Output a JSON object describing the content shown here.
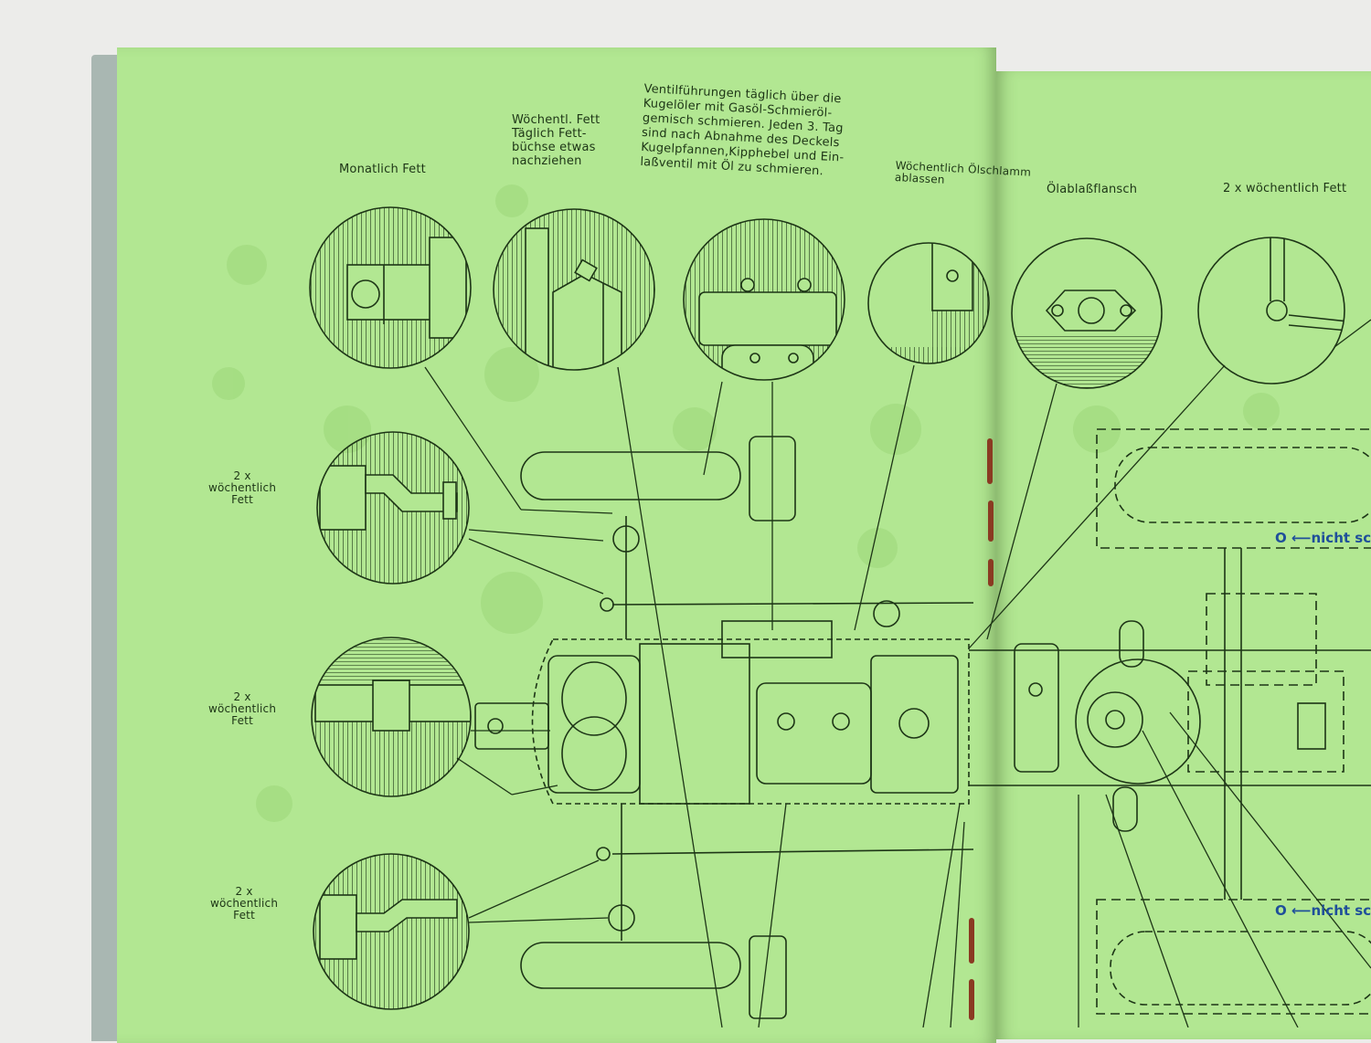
{
  "labels": {
    "monthly": "Monatlich Fett",
    "weekly_daily": "Wöchentl. Fett\nTäglich Fett-\nbüchse etwas\nnachziehen",
    "valve": "Ventilführungen täglich über die\nKugelöler mit Gasöl-Schmieröl-\ngemisch schmieren. Jeden 3. Tag\nsind nach Abnahme des Deckels\nKugelpfannen,Kipphebel und Ein-\nlaßventil mit Öl zu schmieren.",
    "sludge": "Wöchentlich Ölschlamm\nablassen",
    "drain_flange": "Ölablaßflansch",
    "twice_weekly_top": "2 x wöchentlich Fett",
    "twice_weekly_1": "2 x\nwöchentlich\nFett",
    "twice_weekly_2": "2 x\nwöchentlich\nFett",
    "twice_weekly_3": "2 x\nwöchentlich\nFett",
    "no_lube_1": "O ⟵nicht sc",
    "no_lube_2": "O ⟵nicht schm"
  },
  "colors": {
    "page": "#b2e792",
    "ink": "#1d3516",
    "blue_note": "#1f4f9a",
    "cover": "#a9b7b2"
  }
}
